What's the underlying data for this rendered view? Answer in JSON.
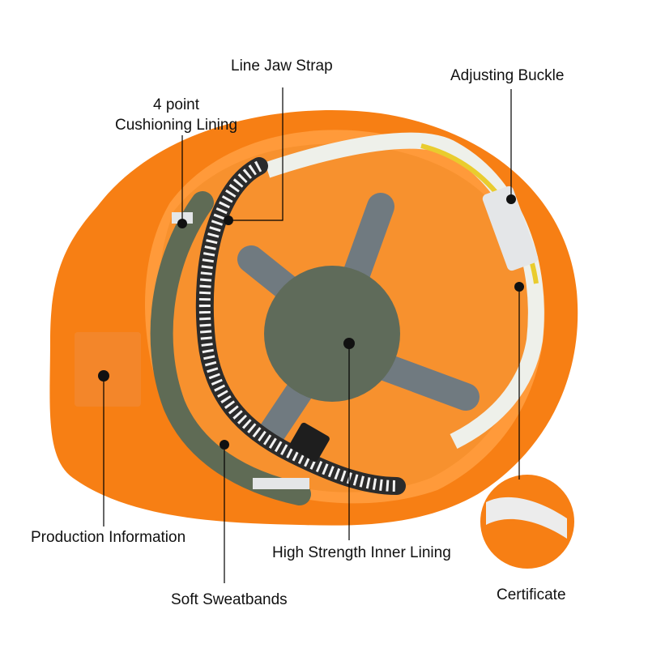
{
  "labels": {
    "line_jaw_strap": "Line Jaw Strap",
    "adjusting_buckle": "Adjusting Buckle",
    "cushioning_line1": "4 point",
    "cushioning_line2": "Cushioning Lining",
    "production_information": "Production Information",
    "high_strength_inner_lining": "High Strength Inner Lining",
    "soft_sweatbands": "Soft Sweatbands",
    "certificate": "Certificate"
  },
  "colors": {
    "shell": "#f77f14",
    "shell_dark": "#e06a08",
    "shell_light": "#ff9a3a",
    "strap_gray": "#707a80",
    "sweatband_green": "#5f6b55",
    "buckle_white": "#e4e6e8",
    "leader_line": "#000000"
  }
}
